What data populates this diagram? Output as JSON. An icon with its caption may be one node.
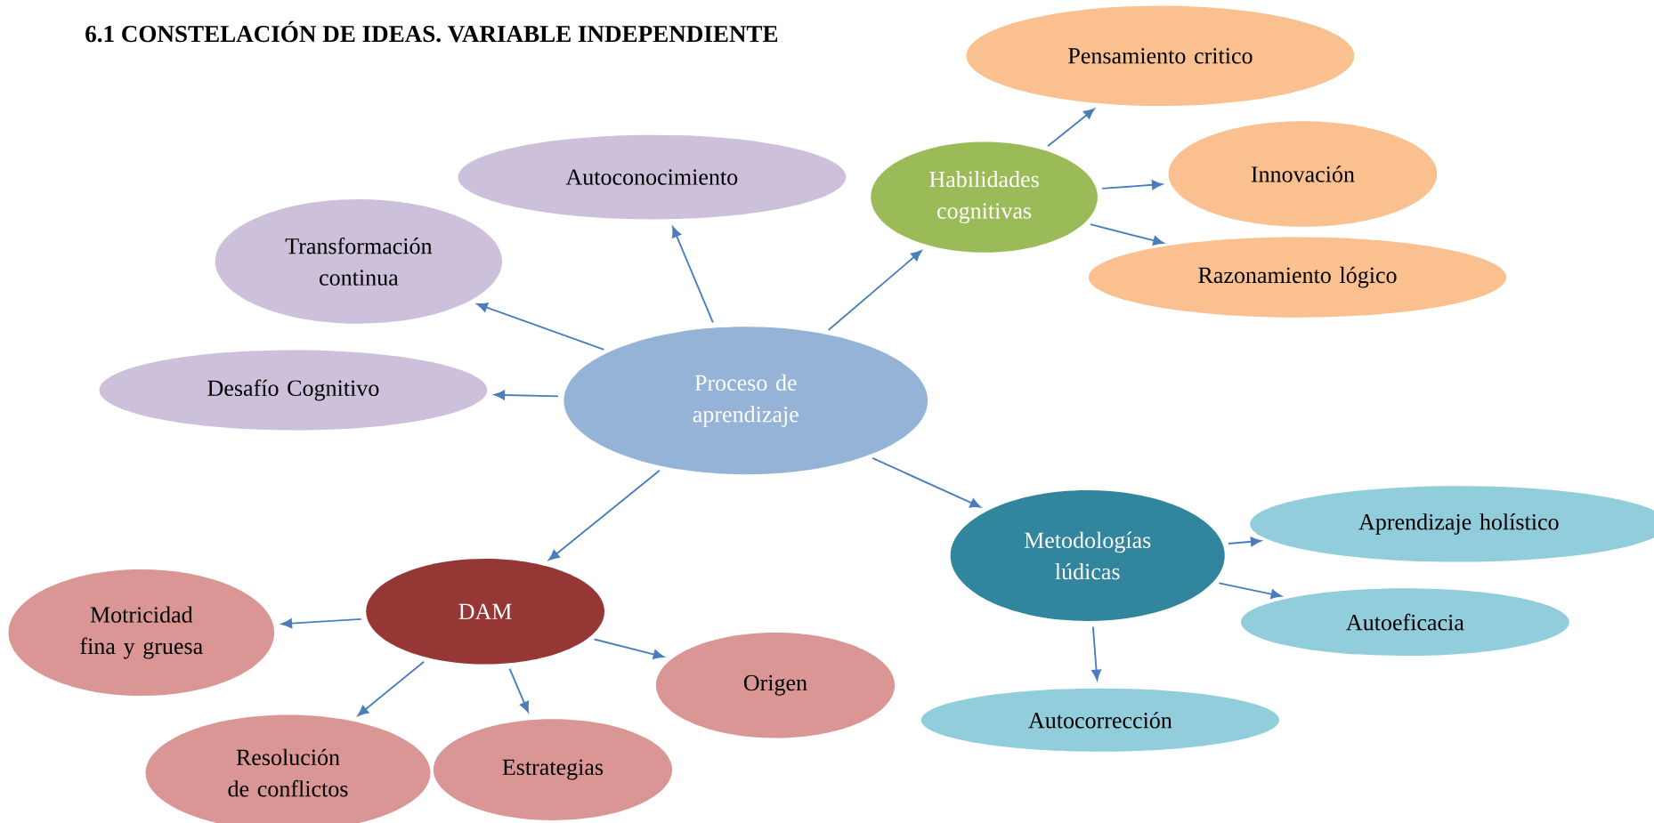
{
  "diagram": {
    "title": "6.1 CONSTELACIÓN DE IDEAS. VARIABLE INDEPENDIENTE",
    "nodes": [
      {
        "text": [
          "Proceso de aprendizaje"
        ]
      },
      {
        "text": [
          "Autoconocimiento"
        ]
      },
      {
        "text": [
          "Transformación continua"
        ]
      },
      {
        "text": [
          "Desafío Cognitivo"
        ]
      },
      {
        "text": [
          "Habilidades cognitivas"
        ]
      },
      {
        "text": [
          "Pensamiento critico"
        ]
      },
      {
        "text": [
          "Innovación"
        ]
      },
      {
        "text": [
          "Razonamiento lógico"
        ]
      },
      {
        "text": [
          "Metodologías lúdicas"
        ]
      },
      {
        "text": [
          "Aprendizaje holístico"
        ]
      },
      {
        "text": [
          "Autoeficacia"
        ]
      },
      {
        "text": [
          "Autocorrección"
        ]
      },
      {
        "text": [
          "DAM"
        ]
      },
      {
        "text": [
          "Motricidad fina y gruesa"
        ]
      },
      {
        "text": [
          "Origen"
        ]
      },
      {
        "text": [
          "Resolución de conflictos"
        ]
      },
      {
        "text": [
          "Estrategias"
        ]
      }
    ],
    "edges": [
      {
        "from": 0,
        "to": 1,
        "arrow": "to"
      },
      {
        "from": 0,
        "to": 2,
        "arrow": "to"
      },
      {
        "from": 0,
        "to": 3,
        "arrow": "to"
      },
      {
        "from": 0,
        "to": 4,
        "arrow": "to"
      },
      {
        "from": 0,
        "to": 8,
        "arrow": "to"
      },
      {
        "from": 0,
        "to": 12,
        "arrow": "to"
      },
      {
        "from": 4,
        "to": 5,
        "arrow": "to"
      },
      {
        "from": 4,
        "to": 6,
        "arrow": "to"
      },
      {
        "from": 4,
        "to": 7,
        "arrow": "to"
      },
      {
        "from": 8,
        "to": 9,
        "arrow": "to"
      },
      {
        "from": 8,
        "to": 10,
        "arrow": "to"
      },
      {
        "from": 8,
        "to": 11,
        "arrow": "to"
      },
      {
        "from": 12,
        "to": 13,
        "arrow": "to"
      },
      {
        "from": 12,
        "to": 14,
        "arrow": "to"
      },
      {
        "from": 12,
        "to": 15,
        "arrow": "to"
      },
      {
        "from": 12,
        "to": 16,
        "arrow": "to"
      }
    ]
  }
}
